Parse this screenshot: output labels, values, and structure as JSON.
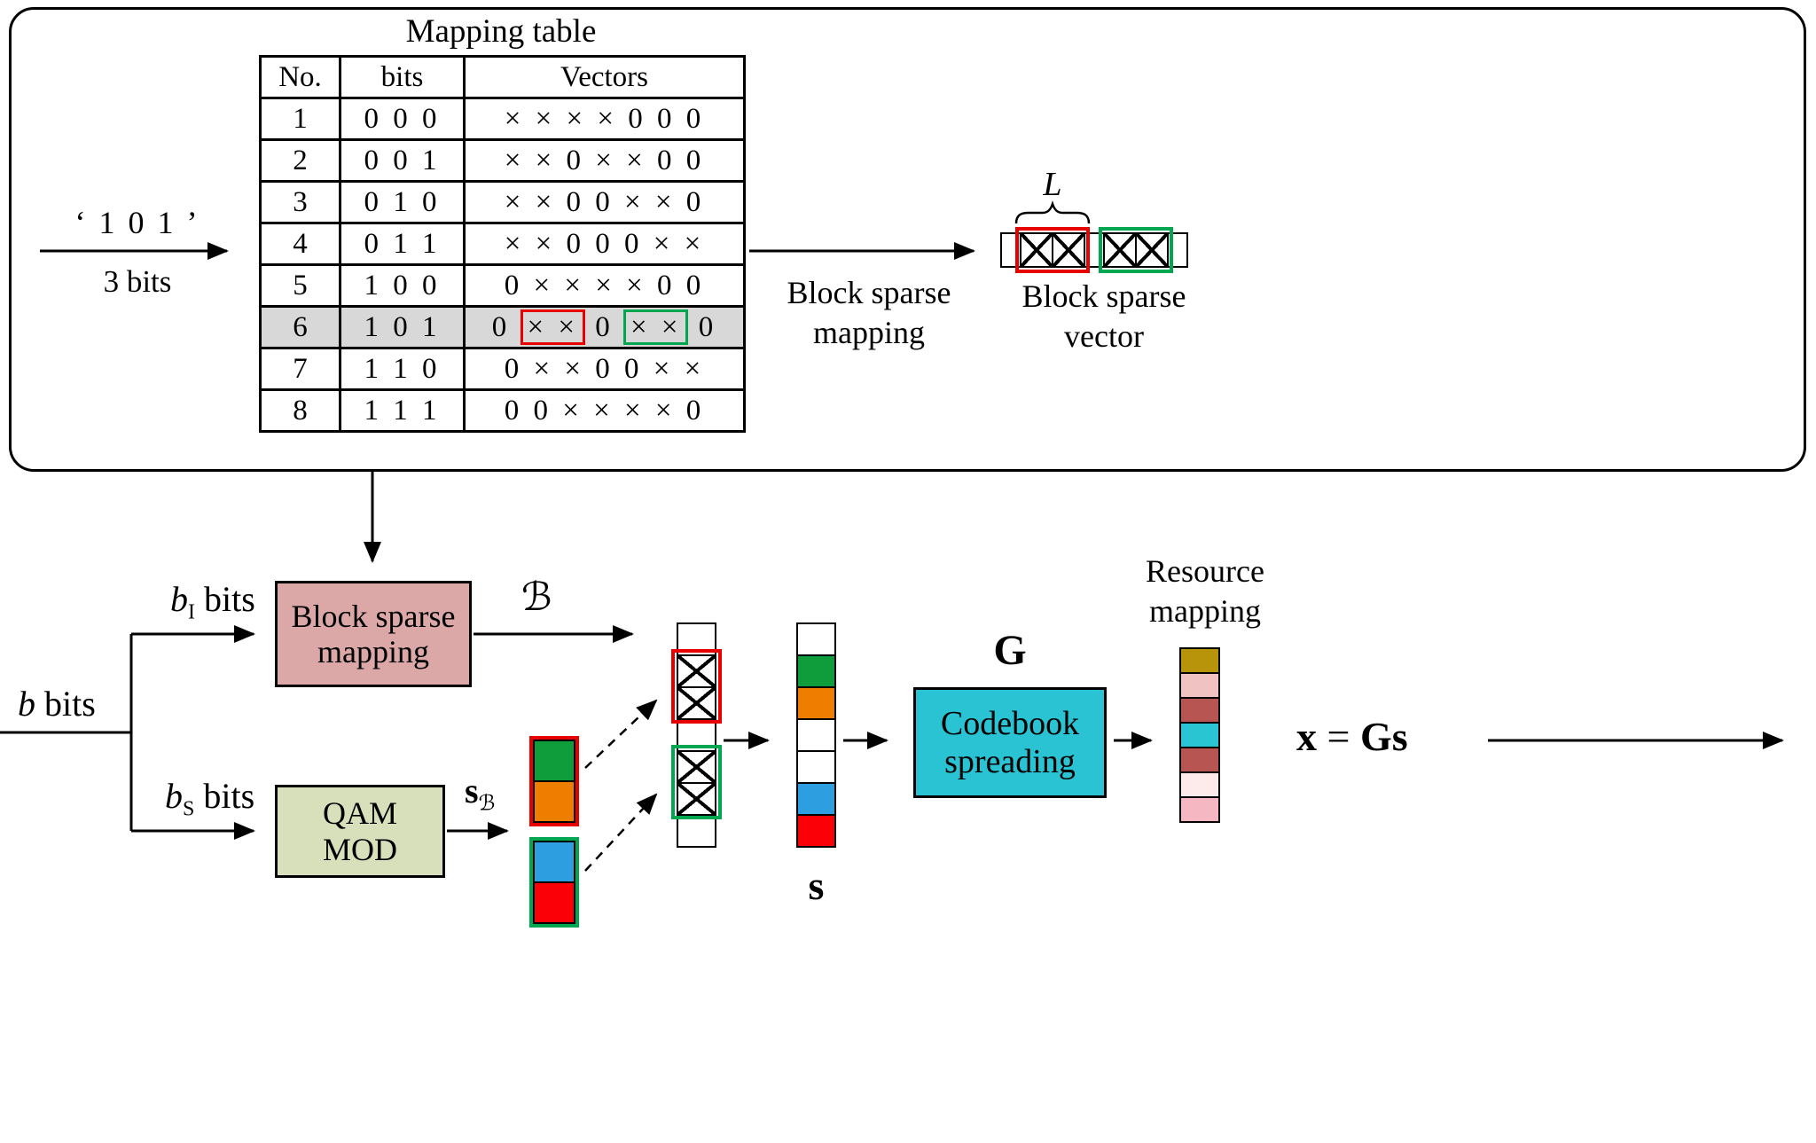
{
  "top_panel": {
    "title": "Mapping table",
    "input": {
      "bits": "‘ 1 0 1 ’",
      "caption": "3 bits"
    },
    "table": {
      "headers": {
        "no": "No.",
        "bits": "bits",
        "vectors": "Vectors"
      },
      "rows": [
        {
          "no": "1",
          "bits": "0 0 0",
          "vector": "× × × × 0 0 0"
        },
        {
          "no": "2",
          "bits": "0 0 1",
          "vector": "× × 0 × × 0 0"
        },
        {
          "no": "3",
          "bits": "0 1 0",
          "vector": "× × 0 0 × × 0"
        },
        {
          "no": "4",
          "bits": "0 1 1",
          "vector": "× × 0 0 0 × ×"
        },
        {
          "no": "5",
          "bits": "1 0 0",
          "vector": "0 × × × × 0 0"
        },
        {
          "no": "6",
          "bits": "1 0 1",
          "vector_pre": "0",
          "vector_red": "× ×",
          "vector_mid": "0",
          "vector_green": "× ×",
          "vector_post": "0"
        },
        {
          "no": "7",
          "bits": "1 1 0",
          "vector": "0 × × 0 0 × ×"
        },
        {
          "no": "8",
          "bits": "1 1 1",
          "vector": "0 0 × × × × 0"
        }
      ],
      "highlighted_row": "6"
    },
    "mapping_arrow_label": {
      "line1": "Block sparse",
      "line2": "mapping"
    },
    "sparse_vector_label": {
      "line1": "Block sparse",
      "line2": "vector"
    },
    "block_length_label": "L",
    "sparse_vector_pattern": [
      "0",
      "×",
      "×",
      "0",
      "×",
      "×",
      "0"
    ]
  },
  "flow": {
    "input_label": {
      "base": "b",
      "suffix": " bits"
    },
    "index_bits_label": {
      "base": "b",
      "sub": "I",
      "suffix": " bits"
    },
    "symbol_bits_label": {
      "base": "b",
      "sub": "S",
      "suffix": " bits"
    },
    "block_sparse_box": {
      "line1": "Block sparse",
      "line2": "mapping"
    },
    "qam_box": {
      "line1": "QAM",
      "line2": "MOD"
    },
    "B_label": "ℬ",
    "sB_label": {
      "base": "s",
      "sub": "ℬ"
    },
    "s_label": "s",
    "G_label": "G",
    "codebook_box": {
      "line1": "Codebook",
      "line2": "spreading"
    },
    "resource_label": {
      "line1": "Resource",
      "line2": "mapping"
    },
    "output_label": {
      "x": "x",
      "eq": " = ",
      "gs": "Gs"
    },
    "sparse_symbol_pattern": [
      "0",
      "×",
      "×",
      "0",
      "×",
      "×",
      "0"
    ]
  },
  "colors": {
    "block_sparse_box_fill": "#dba7a7",
    "qam_box_fill": "#d8dfbb",
    "codebook_box_fill": "#2ac3d3",
    "row_highlight": "#d8d8d8",
    "red_frame": "#e60000",
    "green_frame": "#00a650",
    "qam_pair_top": [
      "#0f9d3c",
      "#ef7d00"
    ],
    "qam_pair_bottom": [
      "#2d9fe0",
      "#fb0007"
    ],
    "s_vector": [
      "#ffffff",
      "#0f9d3c",
      "#ef7d00",
      "#ffffff",
      "#ffffff",
      "#2d9fe0",
      "#fb0007"
    ],
    "resource_vector": [
      "#b8940a",
      "#f0c2c2",
      "#b65551",
      "#29c5d2",
      "#b65551",
      "#fdeaea",
      "#f5b8c3"
    ]
  }
}
